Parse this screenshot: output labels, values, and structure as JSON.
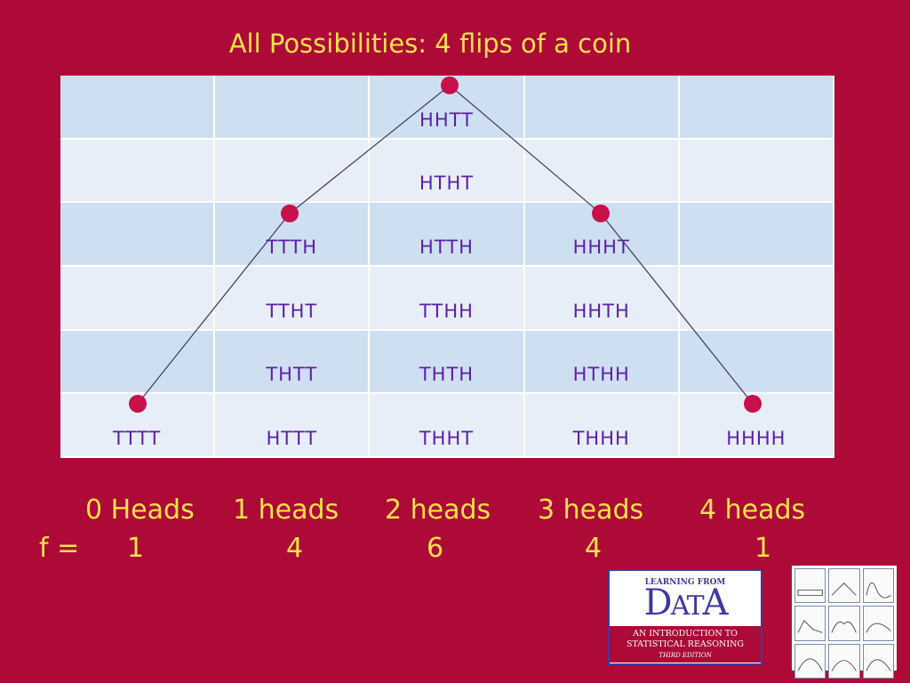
{
  "title": "All Possibilities: 4 flips of a coin",
  "rows": [
    [
      "",
      "",
      "HHTT",
      "",
      ""
    ],
    [
      "",
      "",
      "HTHT",
      "",
      ""
    ],
    [
      "",
      "TTTH",
      "HTTH",
      "HHHT",
      ""
    ],
    [
      "",
      "TTHT",
      "TTHH",
      "HHTH",
      ""
    ],
    [
      "",
      "THTT",
      "THTH",
      "HTHH",
      ""
    ],
    [
      "TTTT",
      "HTTT",
      "THHT",
      "THHH",
      "HHHH"
    ]
  ],
  "category_labels": [
    "0 Heads",
    "1 heads",
    "2 heads",
    "3 heads",
    "4 heads"
  ],
  "frequency_label": "f =",
  "frequencies": [
    "1",
    "4",
    "6",
    "4",
    "1"
  ],
  "logo": {
    "top": "LEARNING FROM",
    "line1": "AN INTRODUCTION TO",
    "line2": "STATISTICAL REASONING",
    "edition": "THIRD EDITION"
  },
  "colors": {
    "background": "#ad0a38",
    "title": "#f5e24a",
    "cell_text": "#5b1fa8",
    "marker": "#c8104a"
  }
}
